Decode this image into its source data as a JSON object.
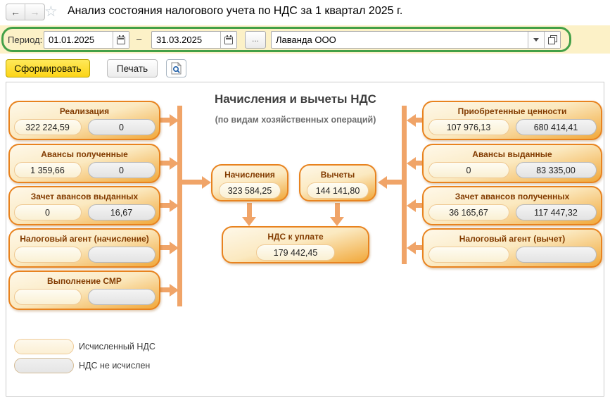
{
  "header": {
    "title": "Анализ состояния налогового учета по НДС за 1 квартал 2025 г.",
    "back_icon": "←",
    "forward_icon": "→",
    "favorite_icon": "☆"
  },
  "period_bar": {
    "label": "Период:",
    "date_from": "01.01.2025",
    "dash": "–",
    "date_to": "31.03.2025",
    "more_button": "...",
    "organization": "Лаванда ООО"
  },
  "toolbar": {
    "generate_label": "Сформировать",
    "print_label": "Печать"
  },
  "diagram": {
    "title": "Начисления и вычеты НДС",
    "subtitle": "(по видам хозяйственных операций)",
    "left_boxes": [
      {
        "title": "Реализация",
        "computed": "322 224,59",
        "not_computed": "0"
      },
      {
        "title": "Авансы полученные",
        "computed": "1 359,66",
        "not_computed": "0"
      },
      {
        "title": "Зачет авансов выданных",
        "computed": "0",
        "not_computed": "16,67"
      },
      {
        "title": "Налоговый агент (начисление)",
        "computed": "",
        "not_computed": ""
      },
      {
        "title": "Выполнение СМР",
        "computed": "",
        "not_computed": ""
      }
    ],
    "right_boxes": [
      {
        "title": "Приобретенные ценности",
        "computed": "107 976,13",
        "not_computed": "680 414,41"
      },
      {
        "title": "Авансы выданные",
        "computed": "0",
        "not_computed": "83 335,00"
      },
      {
        "title": "Зачет авансов полученных",
        "computed": "36 165,67",
        "not_computed": "117 447,32"
      },
      {
        "title": "Налоговый агент (вычет)",
        "computed": "",
        "not_computed": ""
      }
    ],
    "center": {
      "accruals": {
        "title": "Начисления",
        "value": "323 584,25"
      },
      "deductions": {
        "title": "Вычеты",
        "value": "144 141,80"
      },
      "payable": {
        "title": "НДС к уплате",
        "value": "179 442,45"
      }
    },
    "legend": [
      {
        "label": "Исчисленный НДС",
        "style": "computed"
      },
      {
        "label": "НДС не исчислен",
        "style": "not_computed"
      }
    ]
  },
  "icons": {
    "back": "arrow-left",
    "forward": "arrow-right",
    "favorite": "star-outline",
    "calendar": "calendar",
    "organization_dropdown": "chevron-down",
    "organization_open": "open-in-window",
    "print_preview": "document-magnifier"
  },
  "colors": {
    "box_border": "#E8831F",
    "box_fill_bottom": "#F1A83A",
    "arrow": "#F0A468",
    "period_highlight_green": "#43A047",
    "period_band_bg": "#FCF1C7",
    "generate_button_bg": "#FFDD35",
    "computed_pill_bg": "#FBF0D4",
    "not_computed_pill_bg": "#E9E9E9"
  }
}
